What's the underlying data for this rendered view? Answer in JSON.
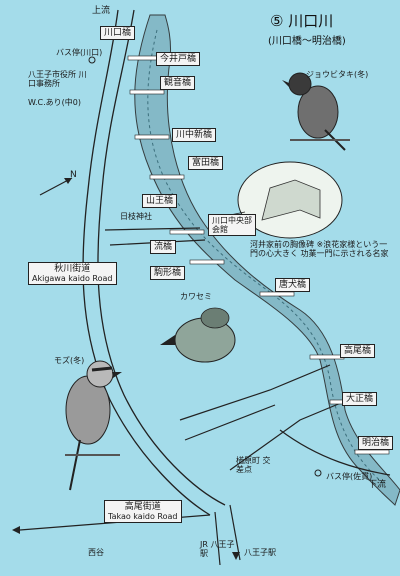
{
  "title": "⑤ 川口川",
  "subtitle": "(川口橋～明治橋)",
  "labels": {
    "upstream": "上流",
    "downstream": "下流",
    "kawaguchi_bridge": "川口橋",
    "bus_stop_kawaguchi": "バス停(川口)",
    "hachioji_road": "八王子市役所 川口事務所",
    "wc": "W.C.あり(中0)",
    "north": "N",
    "imai_bridge": "今井戸橋",
    "kannon_bridge": "観音橋",
    "kawanaka_bridge": "川中新橋",
    "tomita_bridge": "富田橋",
    "sanno_bridge": "山王橋",
    "hiyoshi_shrine": "日枝神社",
    "kawaguchi_community": "川口中央部 会館",
    "nagare_bridge": "流橋",
    "komaba_bridge": "駒形橋",
    "eye_note": "河井家前の胸像碑 ※浪花家様という一門の心大きく 功業一門に示される名家",
    "jobitaki": "ジョウビタキ(冬)",
    "tanba_bridge": "唐犬橋",
    "kawasemi": "カワセミ",
    "takao_bridge": "高尾橋",
    "taisho_bridge": "大正橋",
    "meiji_bridge": "明治橋",
    "mozu": "モズ(冬)",
    "akikawa_road": "秋川街道",
    "akikawa_road_roman": "Akigawa kaido Road",
    "takao_road": "高尾街道",
    "takao_road_roman": "Takao kaido Road",
    "kusuba_intersection": "楢原町 交差点",
    "bus_stop_sakuma": "バス停(佐貫)",
    "hachioji_station": "八王子駅",
    "jr_station": "JR 八王子駅",
    "nishi": "西谷"
  }
}
